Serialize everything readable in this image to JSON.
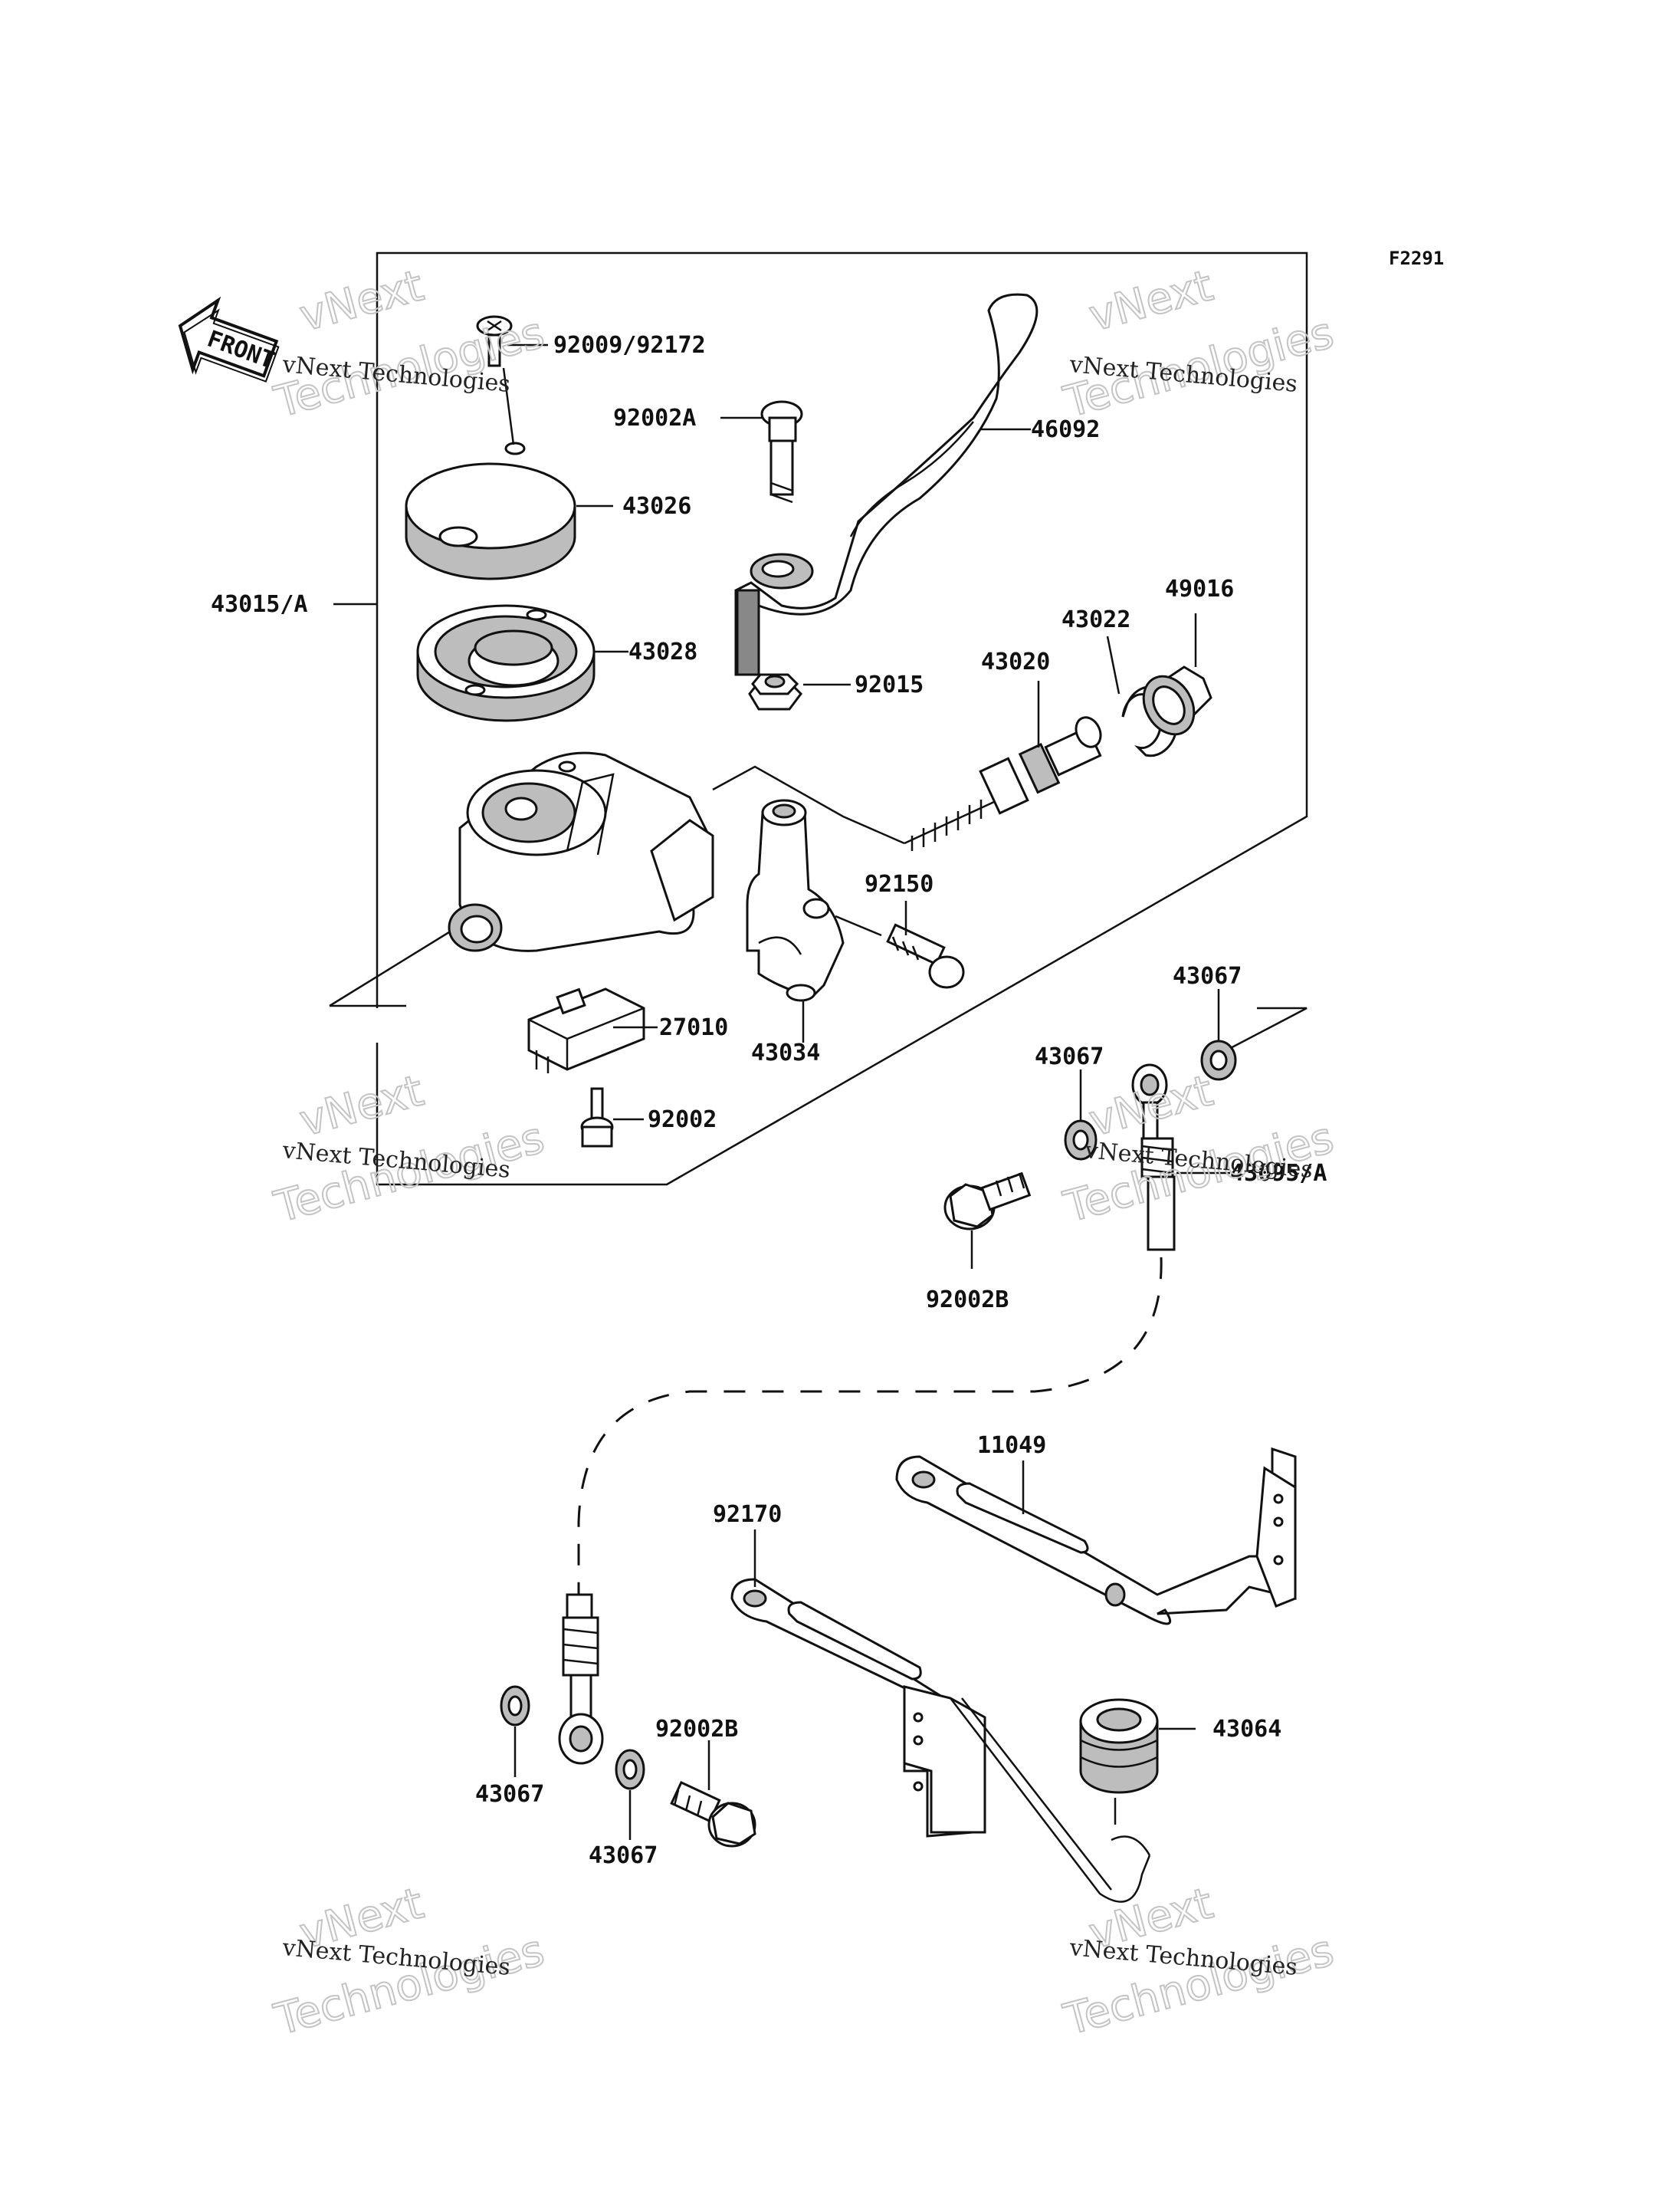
{
  "figure_code": "F2291",
  "front_arrow_label": "FRONT",
  "watermark": {
    "line1": "vNext",
    "line2": "vNext Technologies",
    "line3": "Technologies"
  },
  "callouts": [
    {
      "id": "c1",
      "label": "92009/92172"
    },
    {
      "id": "c2",
      "label": "92002A"
    },
    {
      "id": "c3",
      "label": "46092"
    },
    {
      "id": "c4",
      "label": "43026"
    },
    {
      "id": "c5",
      "label": "43015/A"
    },
    {
      "id": "c6",
      "label": "43028"
    },
    {
      "id": "c7",
      "label": "92015"
    },
    {
      "id": "c8",
      "label": "43020"
    },
    {
      "id": "c9",
      "label": "43022"
    },
    {
      "id": "c10",
      "label": "49016"
    },
    {
      "id": "c11",
      "label": "92150"
    },
    {
      "id": "c12",
      "label": "27010"
    },
    {
      "id": "c13",
      "label": "43034"
    },
    {
      "id": "c14",
      "label": "92002"
    },
    {
      "id": "c15",
      "label": "43067"
    },
    {
      "id": "c16",
      "label": "43067"
    },
    {
      "id": "c17",
      "label": "43095/A"
    },
    {
      "id": "c18",
      "label": "92002B"
    },
    {
      "id": "c19",
      "label": "11049"
    },
    {
      "id": "c20",
      "label": "92170"
    },
    {
      "id": "c21",
      "label": "92002B"
    },
    {
      "id": "c22",
      "label": "43064"
    },
    {
      "id": "c23",
      "label": "43067"
    },
    {
      "id": "c24",
      "label": "43067"
    }
  ]
}
